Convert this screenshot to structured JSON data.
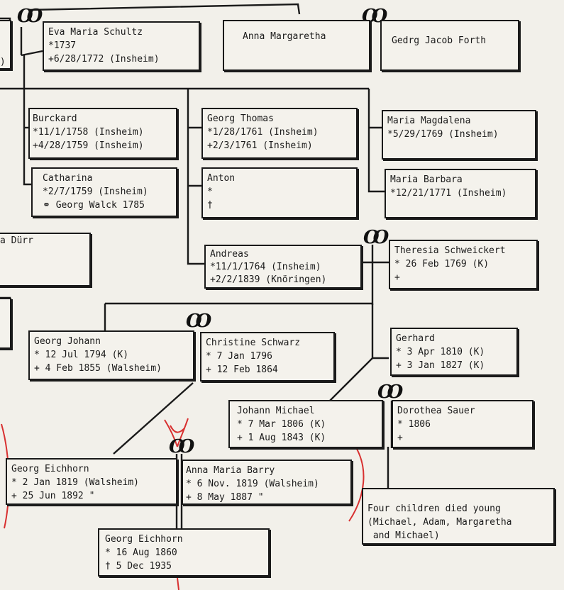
{
  "marriage_symbol": "OO",
  "ink_color": "#1a1a1a",
  "paper_color": "#f2f0ea",
  "annotation_color": "#d83030",
  "people": {
    "left_partial_a": {
      "lines": [
        "m)"
      ]
    },
    "eva": {
      "lines": [
        "Eva Maria Schultz",
        "*1737",
        "+6/28/1772 (Insheim)"
      ]
    },
    "anna_margaretha": {
      "lines": [
        "Anna Margaretha"
      ]
    },
    "georg_jacob": {
      "lines": [
        "Gedrg Jacob Forth"
      ]
    },
    "burckard": {
      "lines": [
        "Burckard",
        "*11/1/1758 (Insheim)",
        "+4/28/1759 (Insheim)"
      ]
    },
    "georg_thomas": {
      "lines": [
        "Georg Thomas",
        "*1/28/1761 (Insheim)",
        "+2/3/1761 (Insheim)"
      ]
    },
    "maria_magdalena": {
      "lines": [
        "Maria Magdalena",
        "*5/29/1769 (Insheim)"
      ]
    },
    "catharina": {
      "lines": [
        "Catharina",
        "*2/7/1759 (Insheim)",
        "⚭ Georg Walck 1785"
      ]
    },
    "anton": {
      "lines": [
        "Anton",
        "*",
        "†"
      ]
    },
    "maria_barbara": {
      "lines": [
        "Maria Barbara",
        "*12/21/1771 (Insheim)"
      ]
    },
    "durr": {
      "lines": [
        "a Dürr"
      ]
    },
    "andreas": {
      "lines": [
        "Andreas",
        "*11/1/1764 (Insheim)",
        "+2/2/1839 (Knöringen)"
      ]
    },
    "theresia": {
      "lines": [
        "Theresia Schweickert",
        "* 26 Feb 1769 (K)",
        "+"
      ]
    },
    "georg_johann": {
      "lines": [
        "Georg Johann",
        "* 12 Jul 1794 (K)",
        "+ 4 Feb 1855 (Walsheim)"
      ]
    },
    "christine": {
      "lines": [
        "Christine Schwarz",
        "* 7 Jan 1796",
        "+ 12 Feb 1864"
      ]
    },
    "gerhard": {
      "lines": [
        "Gerhard",
        "* 3 Apr 1810 (K)",
        "+ 3 Jan 1827 (K)"
      ]
    },
    "johann_michael": {
      "lines": [
        "Johann Michael",
        "* 7 Mar 1806 (K)",
        "+ 1 Aug 1843 (K)"
      ]
    },
    "dorothea": {
      "lines": [
        "Dorothea Sauer",
        "* 1806",
        "+"
      ]
    },
    "georg_eichhorn_1819": {
      "lines": [
        "Georg Eichhorn",
        "* 2 Jan 1819 (Walsheim)",
        "+ 25 Jun 1892    \""
      ]
    },
    "anna_maria_barry": {
      "lines": [
        "Anna Maria Barry",
        "* 6 Nov. 1819 (Walsheim)",
        "+ 8 May 1887        \""
      ]
    },
    "four_children": {
      "lines": [
        "Four children died young",
        "(Michael, Adam, Margaretha",
        " and Michael)"
      ]
    },
    "georg_eichhorn_1860": {
      "lines": [
        "Georg Eichhorn",
        "* 16 Aug 1860",
        "† 5 Dec 1935"
      ]
    }
  }
}
